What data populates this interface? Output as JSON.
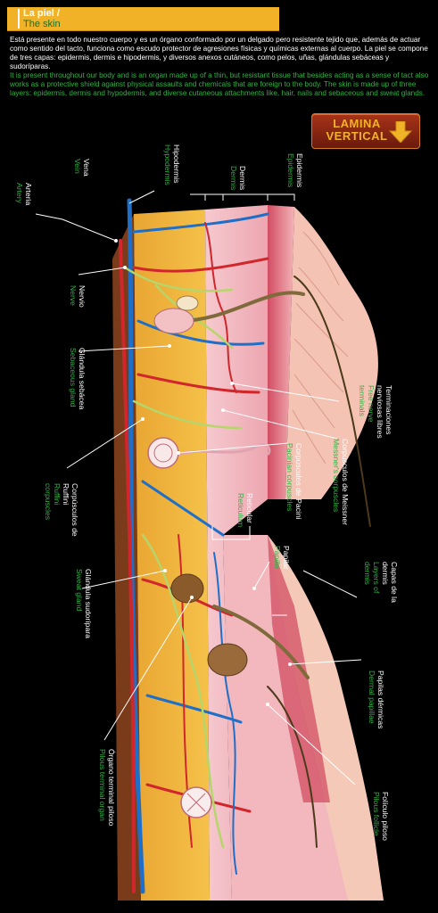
{
  "title": {
    "es": "La piel /",
    "en": "The skin"
  },
  "intro": {
    "es": "Está presente en todo nuestro cuerpo y es un órgano conformado por un delgado pero resistente tejido que, además de actuar como sentido del tacto, funciona como escudo protector de agresiones físicas y químicas externas al cuerpo. La piel se compone de tres capas: epidermis, dermis e hipodermis, y diversos anexos cutáneos, como pelos, uñas, glándulas sebáceas y sudoríparas.",
    "en": "It is present throughout our body and is an organ made up of a thin, but resistant tissue that besides acting as a sense of tact also works as a protective shield against physical assaults and chemicals that are foreign to the body. The skin is made up of three layers: epidermis, dermis and hypodermis, and diverse cutaneous attachments like, hair, nails and sebaceous and sweat glands."
  },
  "button": {
    "line1": "LAMINA",
    "line2": "VERTICAL",
    "icon": "arrow-down-icon"
  },
  "labels": {
    "epidermis": {
      "es": "Epidermis",
      "en": "Epidermis"
    },
    "dermis": {
      "es": "Dermis",
      "en": "Dermis"
    },
    "hipodermis": {
      "es": "Hipodermis",
      "en": "Hypodermis"
    },
    "vena": {
      "es": "Vena",
      "en": "Vein"
    },
    "arteria": {
      "es": "Arteria",
      "en": "Artery"
    },
    "nervio": {
      "es": "Nervio",
      "en": "Nerve"
    },
    "sebacea": {
      "es1": "Glándula sebácea",
      "en1": "Sebaceous gland"
    },
    "terminaciones": {
      "es1": "Terminaciones",
      "es2": "nerviosas libres",
      "en1": "Free nerve",
      "en2": "terminals"
    },
    "meissner": {
      "es1": "Corpúsculos de Meissner",
      "en1": "Messner's corpuscles"
    },
    "pacini": {
      "es1": "Corpúsculos de Pacini",
      "en1": "Pacinian corpuscles"
    },
    "ruffini": {
      "es1": "Corpúsculos de",
      "es2": "Ruffini",
      "en1": "Ruffini",
      "en2": "corpuscles"
    },
    "reticular": {
      "es": "Reticular",
      "en": "Reticulum"
    },
    "papilar": {
      "es": "Papilar",
      "en": "Papilla"
    },
    "capas": {
      "es1": "Capas de la",
      "es2": "dermis",
      "en1": "Layers of",
      "en2": "dermis"
    },
    "sudoripara": {
      "es1": "Glándula sudorípara",
      "en1": "Sweat gland"
    },
    "papilas": {
      "es1": "Papilas dérmicas",
      "en1": "Dermal papillae"
    },
    "organo": {
      "es1": "Órgano terminal piloso",
      "en1": "Pilous terminal organ"
    },
    "foliculo": {
      "es1": "Folículo piloso",
      "en1": "Pilous follicle"
    }
  },
  "colors": {
    "accent": "#f2b227",
    "english_text": "#2fb344",
    "button_red": "#8a2410"
  }
}
